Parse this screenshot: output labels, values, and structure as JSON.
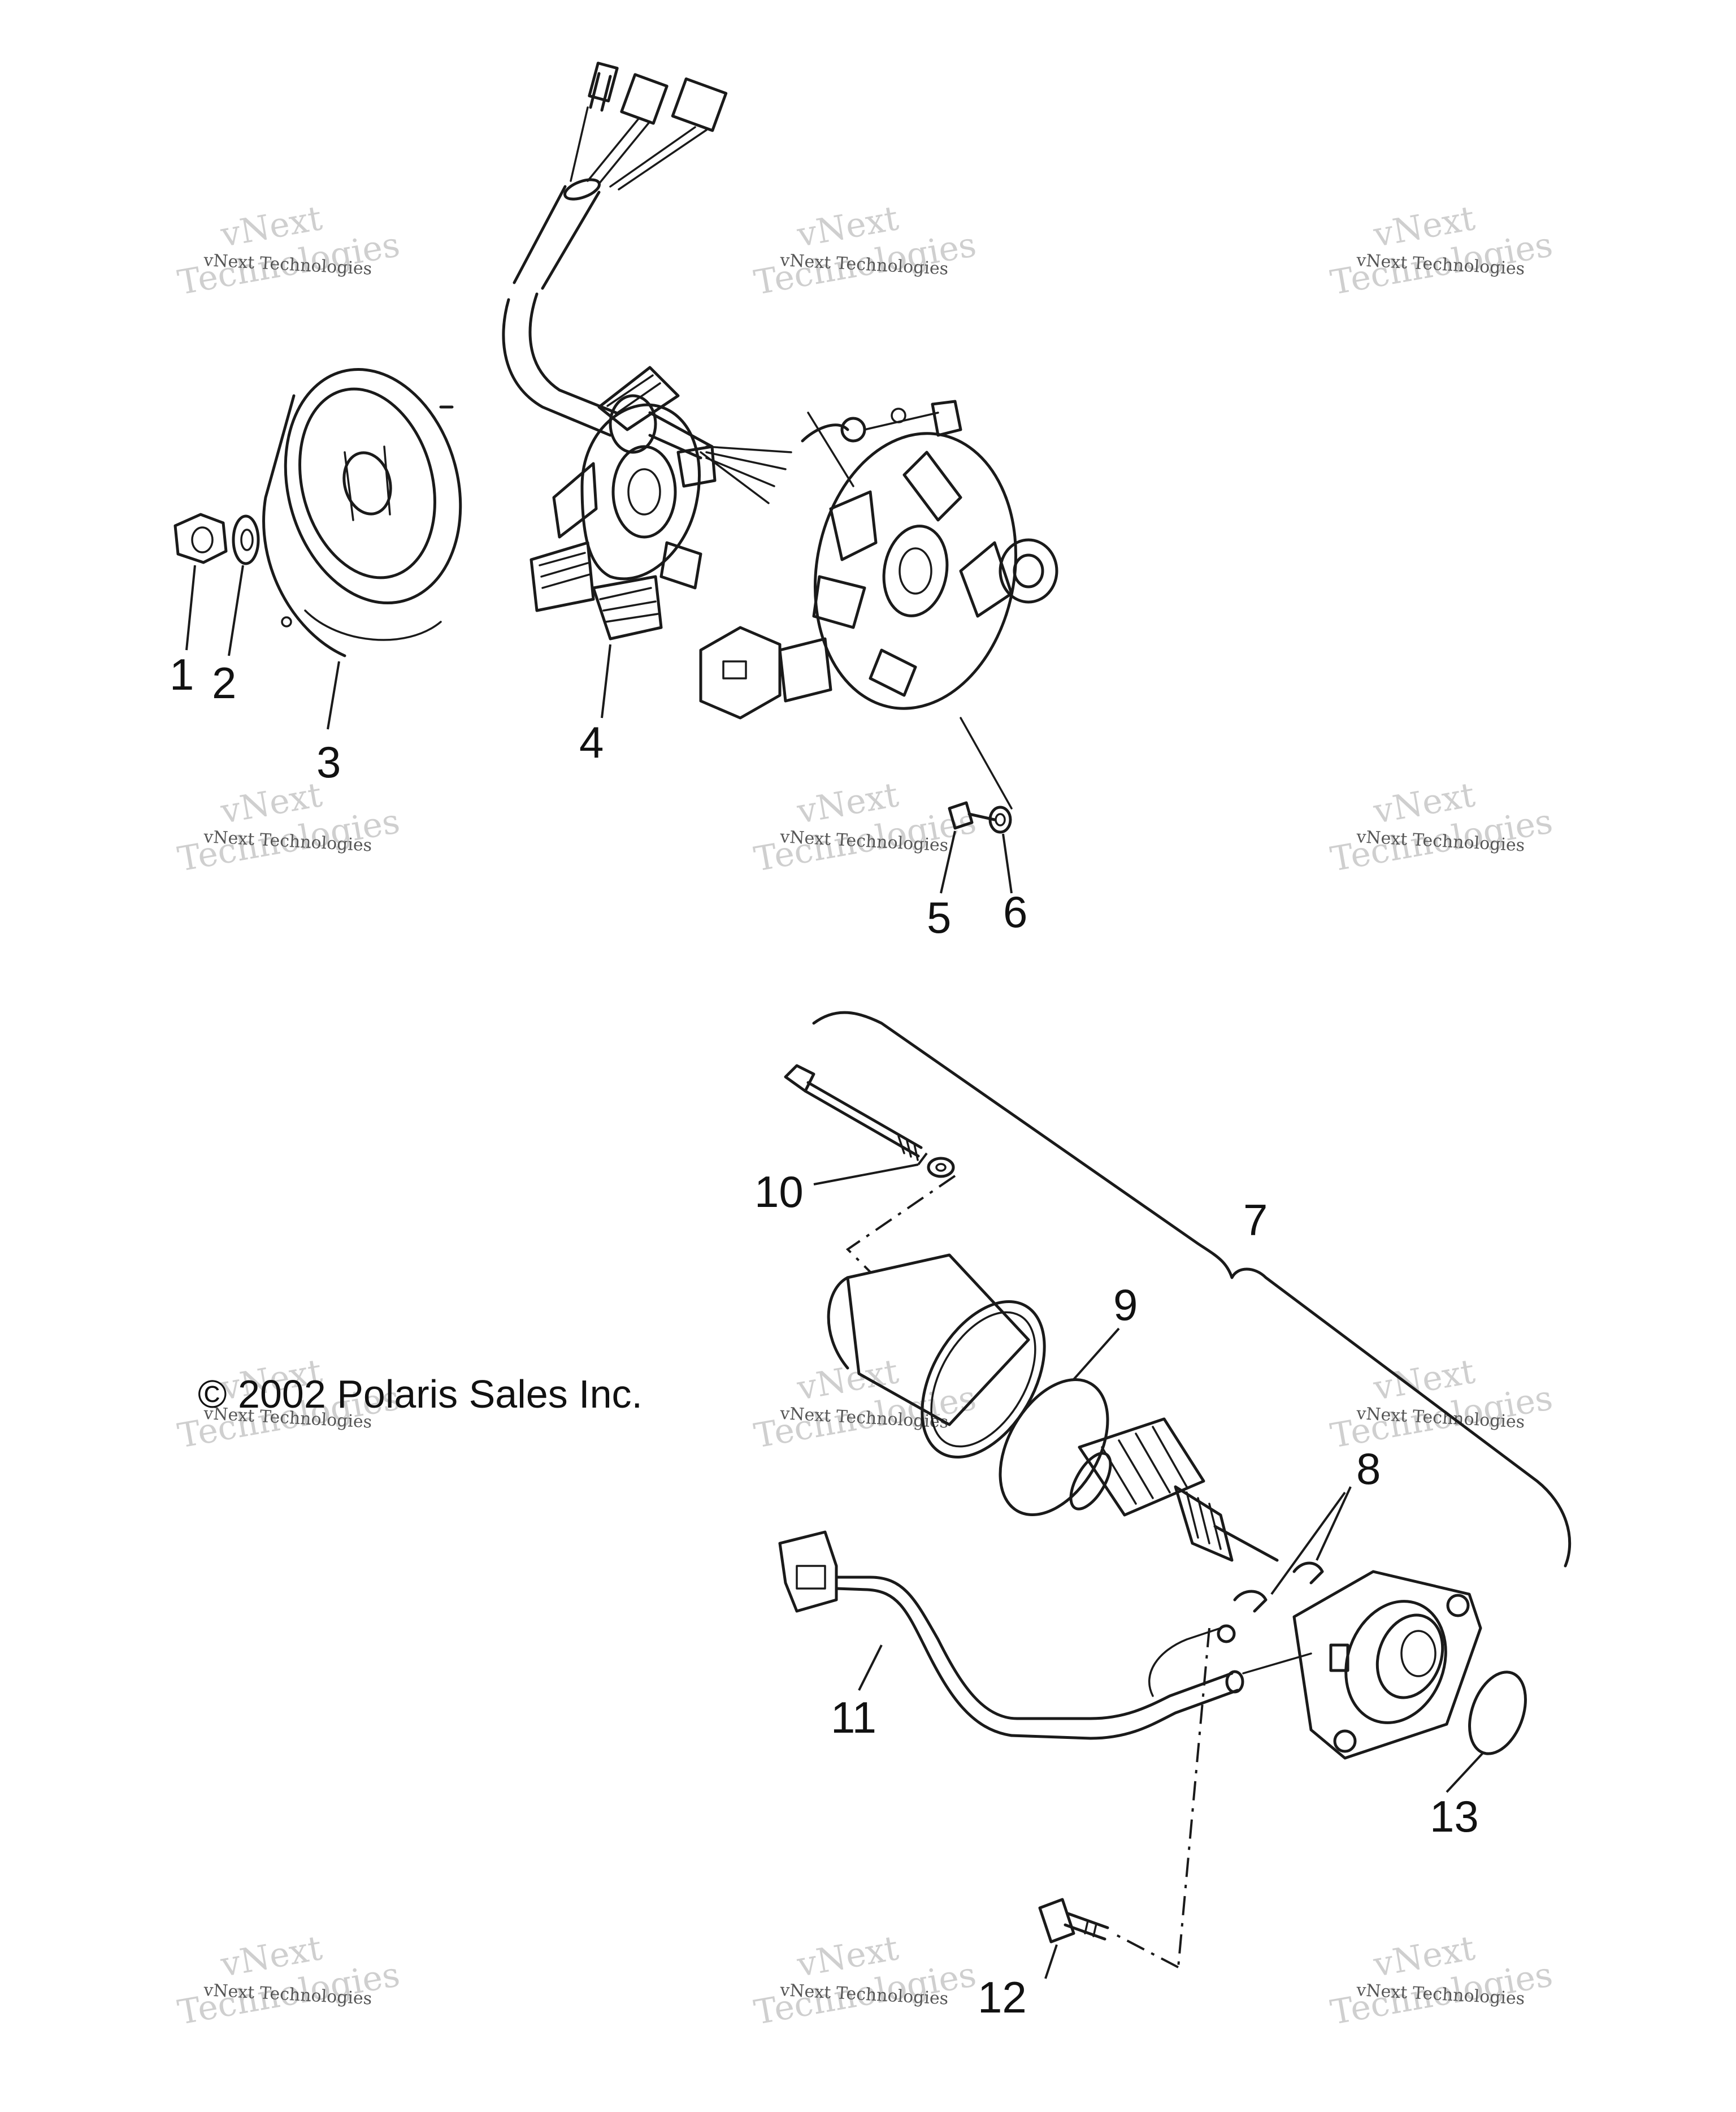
{
  "copyright": "© 2002 Polaris Sales Inc.",
  "watermark": {
    "text": "vNext Technologies",
    "big_line1": "vNext",
    "big_line2": "Technologies"
  },
  "parts": [
    {
      "id": "1",
      "label": "1"
    },
    {
      "id": "2",
      "label": "2"
    },
    {
      "id": "3",
      "label": "3"
    },
    {
      "id": "4",
      "label": "4"
    },
    {
      "id": "5",
      "label": "5"
    },
    {
      "id": "6",
      "label": "6"
    },
    {
      "id": "7",
      "label": "7"
    },
    {
      "id": "8",
      "label": "8"
    },
    {
      "id": "9",
      "label": "9"
    },
    {
      "id": "10",
      "label": "10"
    },
    {
      "id": "11",
      "label": "11"
    },
    {
      "id": "12",
      "label": "12"
    },
    {
      "id": "13",
      "label": "13"
    }
  ]
}
